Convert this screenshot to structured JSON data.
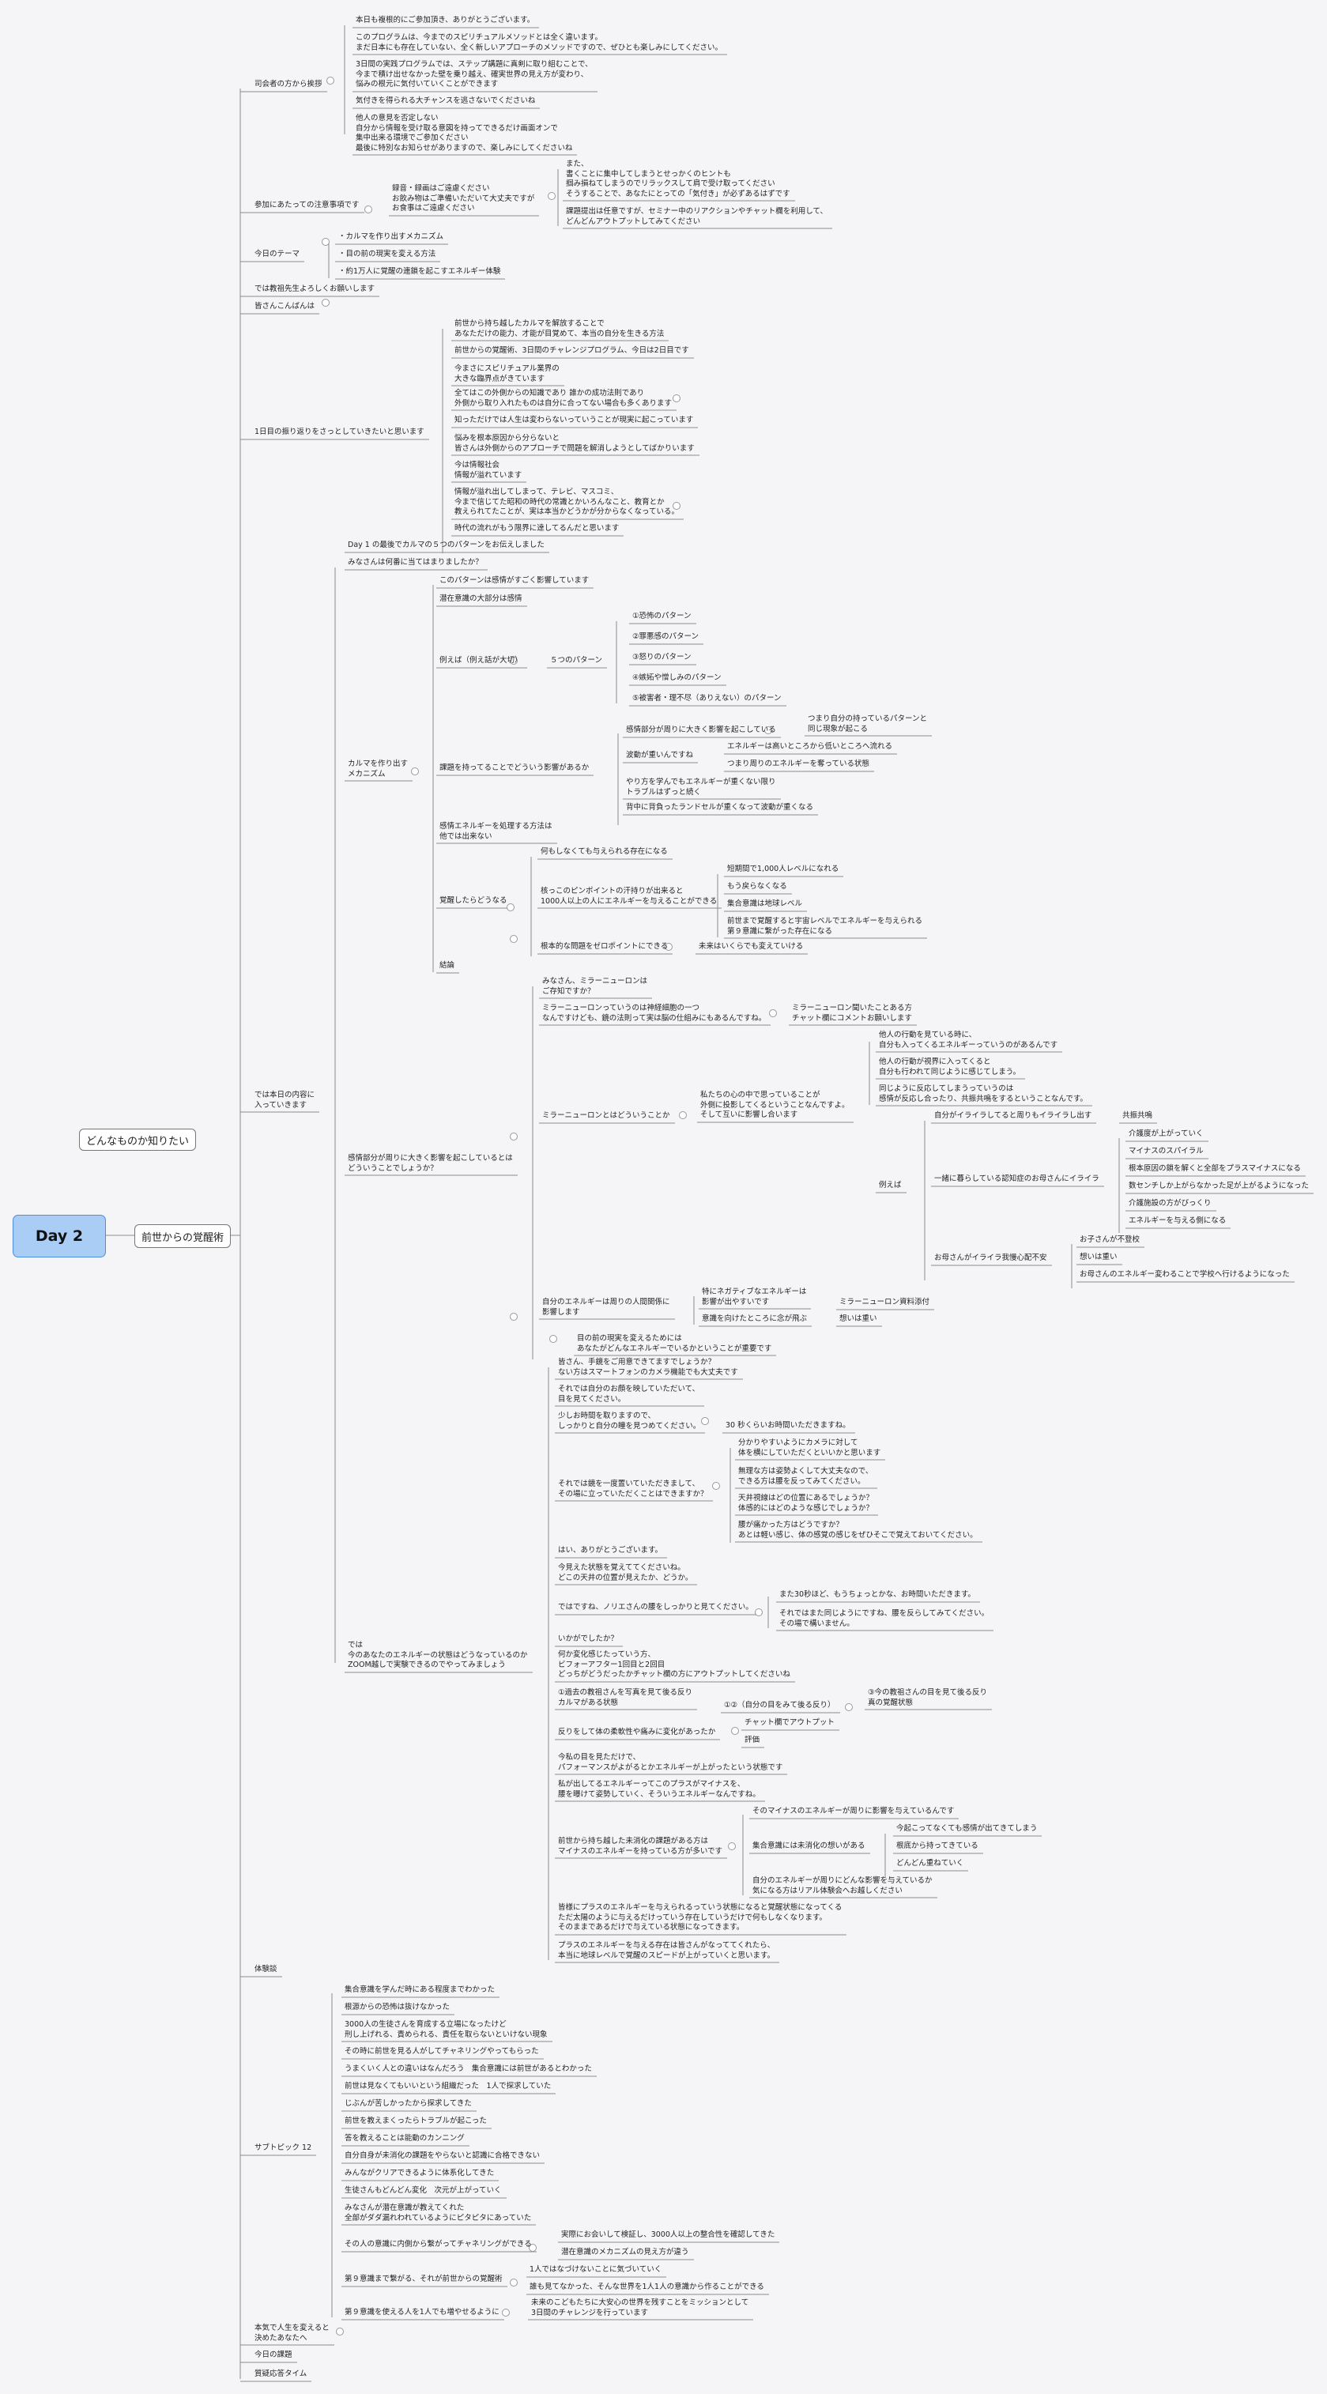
{
  "root": "Day 2",
  "hub": "前世からの覚醒術",
  "side": "どんなものか知りたい",
  "L1": {
    "a": "司会者の方から挨拶",
    "b": "参加にあたっての注意事項です",
    "c": "今日のテーマ",
    "d": "では教祖先生よろしくお願いします",
    "e": "皆さんこんばんは",
    "f": "1日目の振り返りをさっとしていきたいと思います",
    "g": "では本日の内容に\n入っていきます",
    "h": "体験談",
    "i": "サブトピック 12",
    "j": "本気で人生を変えると\n決めたあなたへ",
    "k": "今日の課題",
    "l": "質疑応答タイム"
  },
  "a": [
    "本日も複根的にご参加頂き、ありがとうございます。",
    "このプログラムは、今までのスピリチュアルメソッドとは全く違います。\nまだ日本にも存在していない、全く新しいアプローチのメソッドですので、ぜひとも楽しみにしてください。",
    "3日間の実践プログラムでは、ステップ講題に真剣に取り組むことで、\n今まで積け出せなかった壁を乗り越え、確実世界の見え方が変わり、\n悩みの根元に気付いていくことができます",
    "気付きを得られる大チャンスを逃さないでくださいね",
    "他人の意見を否定しない\n自分から情報を受け取る意図を持ってできるだけ画面オンで\n集中出来る環境でご参加ください\n最後に特別なお知らせがありますので、楽しみにしてくださいね"
  ],
  "b": {
    "main": "録音・録画はご遠慮ください\nお飲み物はご準備いただいて大丈夫ですが\nお食事はご遠慮ください",
    "s1": "また、\n書くことに集中してしまうとせっかくのヒントも\n掴み損ねてしまうのでリラックスして肩で受け取ってください\nそうすることで、あなたにとっての「気付き」が必ずあるはずです",
    "s2": "課題提出は任意ですが、セミナー中のリアクションやチャット欄を利用して、\nどんどんアウトプットしてみてください"
  },
  "c": [
    "・カルマを作り出すメカニズム",
    "・目の前の現実を変える方法",
    "・約1万人に覚醒の連鎖を起こすエネルギー体験"
  ],
  "f": [
    "前世から持ち越したカルマを解放することで\nあなただけの能力、才能が目覚めて、本当の自分を生きる方法",
    "前世からの覚醒術、3日間のチャレンジプログラム、今日は2日目です",
    "今まさにスピリチュアル業界の\n大きな臨界点がきています",
    "全てはこの外側からの知識であり 誰かの成功法則であり\n外側から取り入れたものは自分に合ってない場合も多くあります",
    "知っただけでは人生は変わらないっていうことが現実に起こっています",
    "悩みを根本原因から分らないと\n皆さんは外側からのアプローチで問題を解消しようとしてばかりいます",
    "今は情報社会\n情報が溢れています",
    "情報が溢れ出してしまって、テレビ、マスコミ、\n今まで信じてた昭和の時代の常識とかいろんなこと、教育とか\n教えられてたことが、実は本当かどうかが分からなくなっている。",
    "時代の流れがもう限界に達してるんだと思います"
  ],
  "g1": {
    "p1": "Day 1 の最後でカルマの５つのパターンをお伝えしました",
    "p2": "みなさんは何番に当てはまりましたか？"
  },
  "karma": {
    "label": "カルマを作り出す\nメカニズム",
    "k1": "このパターンは感情がすごく影響しています",
    "k2": "潜在意識の大部分は感情",
    "k3": "例えば（例え話が大切）",
    "k3m": "５つのパターン",
    "pat": [
      "①恐怖のパターン",
      "②罪悪感のパターン",
      "③怒りのパターン",
      "④嫉妬や憎しみのパターン",
      "⑤被害者・理不尽（ありえない）のパターン"
    ],
    "k4": "課題を持ってることでどういう影響があるか",
    "e1": "感情部分が周りに大きく影響を起こしている",
    "e1a": "つまり自分の持っているパターンと\n同じ現象が起こる",
    "e2": "波動が重いんですね",
    "e2a": "エネルギーは高いところから低いところへ流れる",
    "e2b": "つまり周りのエネルギーを奪っている状態",
    "e3": "やり方を学んでもエネルギーが重くない限り\nトラブルはずっと続く",
    "e4": "背中に背負ったランドセルが重くなって波動が重くなる",
    "k5": "感情エネルギーを処理する方法は\n他では出来ない",
    "k6": "覚醒したらどうなる",
    "w1": "何もしなくても与えられる存在になる",
    "w2": "核っこのピンポイントの汗持りが出来ると\n1000人以上の人にエネルギーを与えることができる",
    "w2a": [
      "短期間で1,000人レベルになれる",
      "もう戻らなくなる",
      "集合意識は地球レベル",
      "前世まで覚醒すると宇宙レベルでエネルギーを与えられる\n第９意識に繋がった存在になる"
    ],
    "w3": "根本的な問題をゼロポイントにできる",
    "w3a": "未来はいくらでも変えていける",
    "k7": "結論"
  },
  "mirror": {
    "label": "感情部分が周りに大きく影響を起こしているとは\nどういうことでしょうか？",
    "m1": "みなさん、ミラーニューロンは\nご存知ですか？",
    "m2": "ミラーニューロンっていうのは神経細胞の一つ\nなんですけども、鏡の法則って実は脳の仕組みにもあるんですね。",
    "m2a": "ミラーニューロン聞いたことある方\nチャット欄にコメントお願いします",
    "m3": "ミラーニューロンとはどういうことか",
    "m3a": "私たちの心の中で思っていることが\n外側に投影してくるということなんですよ。\nそして互いに影響し合います",
    "m3b": [
      "他人の行動を見ている時に、\n自分も入ってくるエネルギーっていうのがあるんです",
      "他人の行動が視界に入ってくると\n自分も行われて同じように感じてしまう。",
      "同じように反応してしまうっていうのは\n感情が反応し合ったり、共振共鳴をするということなんです。"
    ],
    "ex": "例えば",
    "ex1": "自分がイライラしてると周りもイライラし出す",
    "ex1a": "共振共鳴",
    "ex2": "一緒に暮らしている認知症のお母さんにイライラ",
    "ex2a": [
      "介護度が上がっていく",
      "マイナスのスパイラル",
      "根本原因の鎖を解くと全部をプラスマイナスになる",
      "数センチしか上がらなかった足が上がるようになった",
      "介護施設の方がびっくり",
      "エネルギーを与える側になる"
    ],
    "ex3": "お母さんがイライラ我慢心配不安",
    "ex3a": [
      "お子さんが不登校",
      "想いは重い",
      "お母さんのエネルギー変わることで学校へ行けるようになった"
    ],
    "m4": "自分のエネルギーは周りの人間関係に\n影響します",
    "m4a": "特にネガティブなエネルギーは\n影響が出やすいです",
    "m4a1": "ミラーニューロン資料添付",
    "m4b": "意識を向けたところに念が飛ぶ",
    "m4b1": "想いは重い",
    "m5": "目の前の現実を変えるためには\nあなたがどんなエネルギーでいるかということが重要です"
  },
  "energy": {
    "label": "では\n今のあなたのエネルギーの状態はどうなっているのか\nZOOM越しで実験できるのでやってみましょう",
    "z1": "皆さん、手鏡をご用意できてますでしょうか？\nない方はスマートフォンのカメラ機能でも大丈夫です",
    "z2": "それでは自分のお顔を映していただいて、\n目を見てください。",
    "z3": "少しお時間を取りますので、\nしっかりと自分の瞳を見つめてください。",
    "z3a": "30 秒くらいお時間いただきますね。",
    "z4": "それでは鏡を一度置いていただきまして、\nその場に立っていただくことはできますか？",
    "z4a": [
      "分かりやすいようにカメラに対して\n体を横にしていただくといいかと思います",
      "無理な方は姿勢よくして大丈夫なので、\nできる方は腰を反ってみてください。",
      "天井視線はどの位置にあるでしょうか？\n体感的にはどのような感じでしょうか？",
      "腰が痛かった方はどうですか？\nあとは軽い感じ、体の感覚の感じをぜひそこで覚えておいてください。"
    ],
    "z5": "はい、ありがとうございます。",
    "z6": "今見えた状態を覚えててくださいね。\nどこの天井の位置が見えたか、どうか。",
    "z7": "ではですね、ノリエさんの腰をしっかりと見てください。",
    "z7a": "また30秒ほど、もうちょっとかな、お時間いただきます。",
    "z7b": "それではまた同じようにですね、腰を反らしてみてください。\nその場で構いません。",
    "z8": "いかがでしたか？",
    "z9": "何か変化感じたっていう方、\nビフォーアフター1回目と2回目\nどっちがどうだったかチャット欄の方にアウトプットしてくださいね",
    "z10": "①過去の教祖さんを写真を見て後る反り\nカルマがある状態",
    "z10a": "①②（自分の目をみて後る反り）",
    "z10b": "③今の教祖さんの目を見て後る反り\n真の覚醒状態",
    "z11": "反りをして体の柔軟性や痛みに変化があったか",
    "z11a": "チャット欄でアウトプット",
    "z11b": "評価",
    "z12": "今私の目を見ただけで、\nパフォーマンスがよがるとかエネルギーが上がったという状態です",
    "z13": "私が出してるエネルギーってこのプラスがマイナスを、\n腰を曝けて姿勢していく、そういうエネルギーなんですね。",
    "z14": "前世から持ち越した未消化の課題がある方は\nマイナスのエネルギーを持っている方が多いです",
    "z14a": "そのマイナスのエネルギーが周りに影響を与えているんです",
    "z14b": "集合意識には未消化の想いがある",
    "z14b1": "今起こってなくても感情が出てきてしまう",
    "z14b2": "根底から持ってきている",
    "z14b3": "どんどん重ねていく",
    "z14c": "自分のエネルギーが周りにどんな影響を与えているか\n気になる方はリアル体験会へお越しください",
    "z15": "皆様にプラスのエネルギーを与えられるっていう状態になると覚醒状態になってくる\nただ太陽のように与えるだけっていう存在していうだけで何もしなくなります。\nそのままであるだけで与えている状態になってきます。",
    "z16": "プラスのエネルギーを与える存在は皆さんがなっててくれたら、\n本当に地球レベルで覚醒のスピードが上がっていくと思います。"
  },
  "sub": [
    "集合意識を学んだ時にある程度までわかった",
    "根源からの恐怖は抜けなかった",
    "3000人の生徒さんを育成する立場になったけど\n刑し上げれる、責められる、責任を取らないといけない現象",
    "その時に前世を見る人がしてチャネリングやってもらった",
    "うまくいく人との違いはなんだろう　集合意識には前世があるとわかった",
    "前世は見なくてもいいという組織だった　1人で探求していた",
    "じぶんが苦しかったから探求してきた",
    "前世を教えまくったらトラブルが起こった",
    "答を教えることは能動のカンニング",
    "自分自身が未消化の課題をやらないと認識に合格できない",
    "みんながクリアできるように体系化してきた",
    "生徒さんもどんどん変化　次元が上がっていく",
    "みなさんが潜在意識が教えてくれた\n全部がダダ漏れわれているようにピタピタにあっていた"
  ],
  "sub2": {
    "s14": "その人の意識に内側から繋がってチャネリングができる",
    "s14a": "実際にお会いして検証し、3000人以上の整合性を確認してきた",
    "s14b": "潜在意識のメカニズムの見え方が違う",
    "s15": "第９意識まで繋がる、それが前世からの覚醒術",
    "s15a": "1人ではなづけないことに気づいていく",
    "s15b": "誰も見てなかった、そんな世界を1人1人の意識から作ることができる",
    "s16": "第９意識を使える人を1人でも増やせるように",
    "s16a": "未来のこどもたちに大安心の世界を残すことをミッションとして\n3日間のチャレンジを行っています"
  }
}
